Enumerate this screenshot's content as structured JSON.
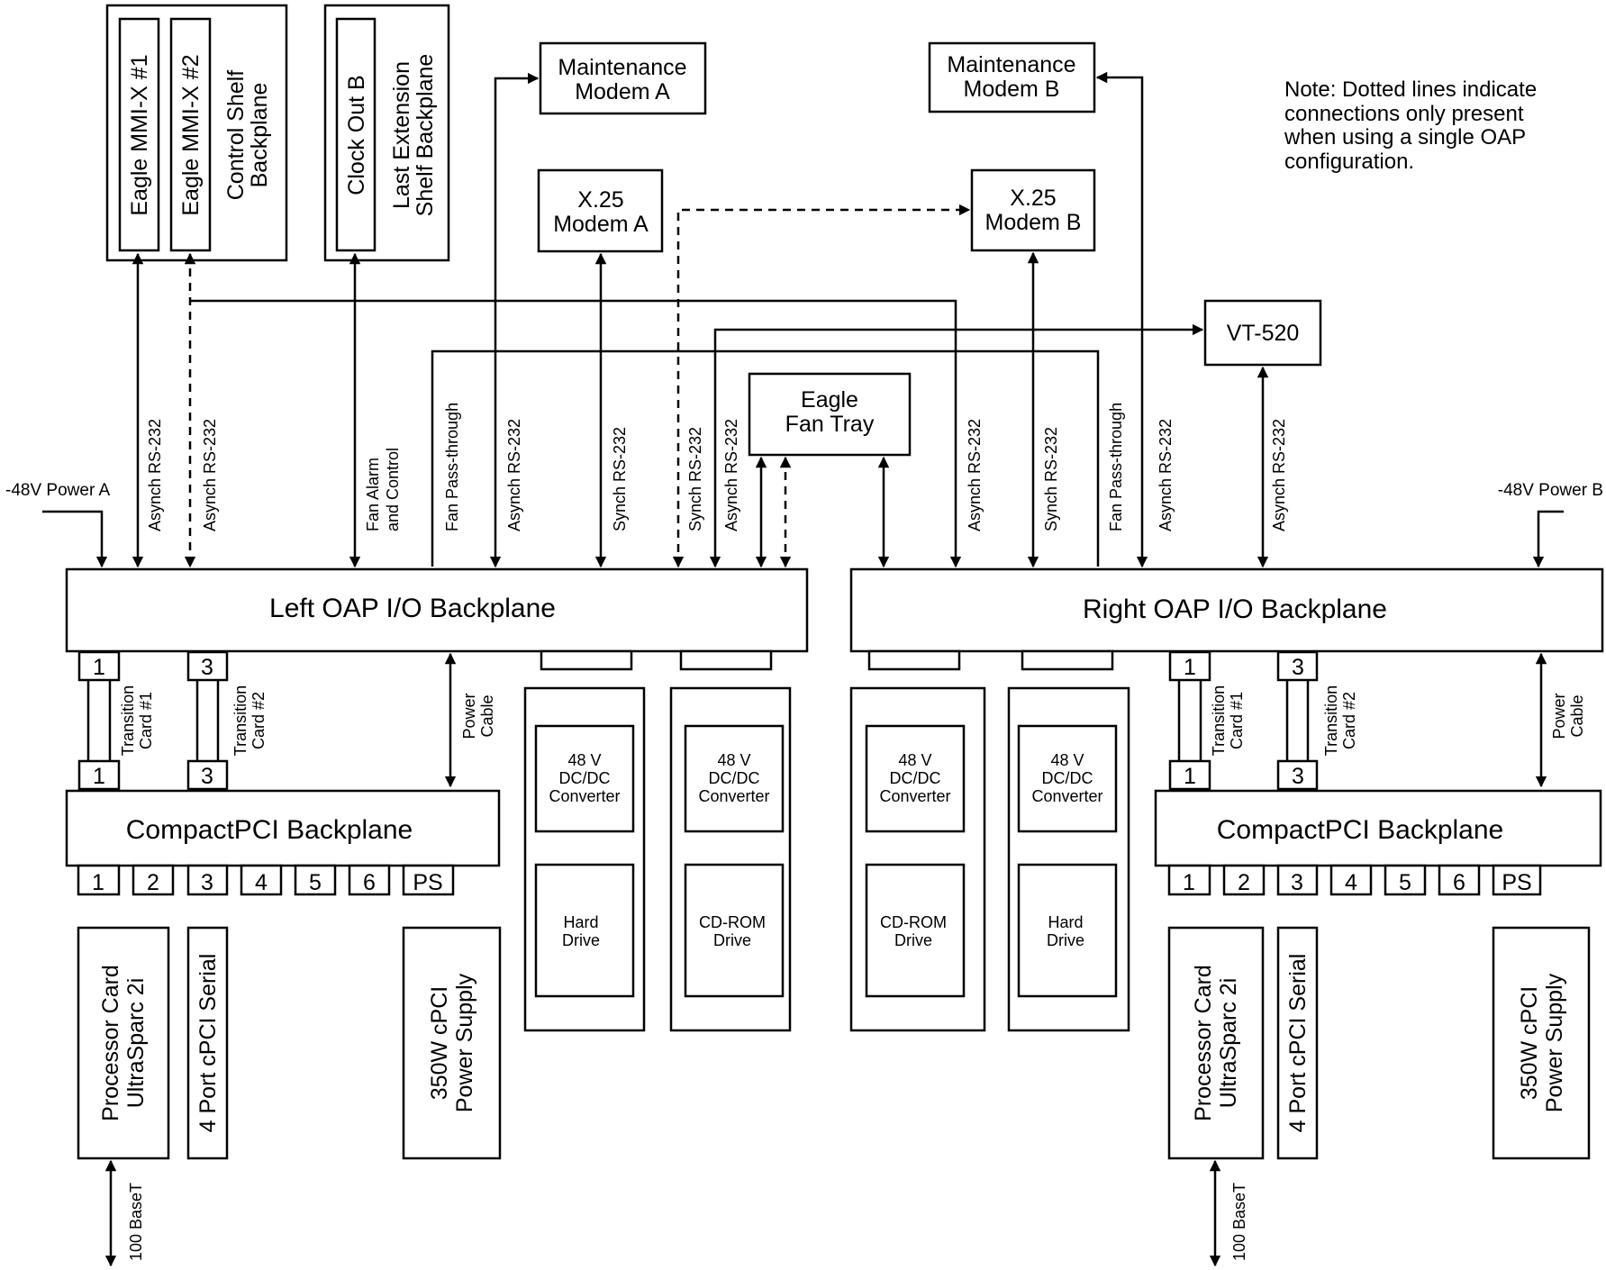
{
  "note": [
    "Note: Dotted lines indicate",
    "connections only present",
    "when using a single OAP",
    "configuration."
  ],
  "top_boxes": {
    "control_shelf": {
      "slot1": "Eagle MMI-X #1",
      "slot2": "Eagle MMI-X #2",
      "label": [
        "Control Shelf",
        "Backplane"
      ]
    },
    "extension_shelf": {
      "slot": "Clock Out B",
      "label": [
        "Last Extension",
        "Shelf Backplane"
      ]
    },
    "maint_modem_a": [
      "Maintenance",
      "Modem A"
    ],
    "maint_modem_b": [
      "Maintenance",
      "Modem B"
    ],
    "x25_modem_a": [
      "X.25",
      "Modem A"
    ],
    "x25_modem_b": [
      "X.25",
      "Modem B"
    ],
    "vt520": "VT-520",
    "fan_tray": [
      "Eagle",
      "Fan Tray"
    ]
  },
  "power": {
    "left": "-48V Power A",
    "right": "-48V Power B"
  },
  "link_labels": {
    "left": [
      "Asynch RS-232",
      "Asynch RS-232",
      [
        "Fan Alarm",
        "and Control"
      ],
      "Fan Pass-through",
      "Asynch RS-232",
      "Synch RS-232",
      "Synch RS-232",
      "Asynch RS-232"
    ],
    "right": [
      "Asynch RS-232",
      "Synch RS-232",
      "Fan Pass-through",
      "Asynch RS-232",
      "Asynch RS-232"
    ]
  },
  "backplanes": {
    "left": "Left OAP I/O Backplane",
    "right": "Right OAP I/O Backplane"
  },
  "transition": {
    "card1": [
      "Transition",
      "Card #1"
    ],
    "card2": [
      "Transition",
      "Card #2"
    ],
    "port1": "1",
    "port3": "3",
    "power_cable": [
      "Power",
      "Cable"
    ]
  },
  "compactpci": "CompactPCI Backplane",
  "slots": [
    "1",
    "2",
    "3",
    "4",
    "5",
    "6",
    "PS"
  ],
  "converter": [
    "48 V",
    "DC/DC",
    "Converter"
  ],
  "drives": {
    "hard": [
      "Hard",
      "Drive"
    ],
    "cdrom": [
      "CD-ROM",
      "Drive"
    ]
  },
  "cards": {
    "processor": [
      "Processor Card",
      "UltraSparc 2i"
    ],
    "serial": "4 Port cPCI Serial",
    "psu": [
      "350W cPCI",
      "Power Supply"
    ]
  },
  "network": "100 BaseT"
}
